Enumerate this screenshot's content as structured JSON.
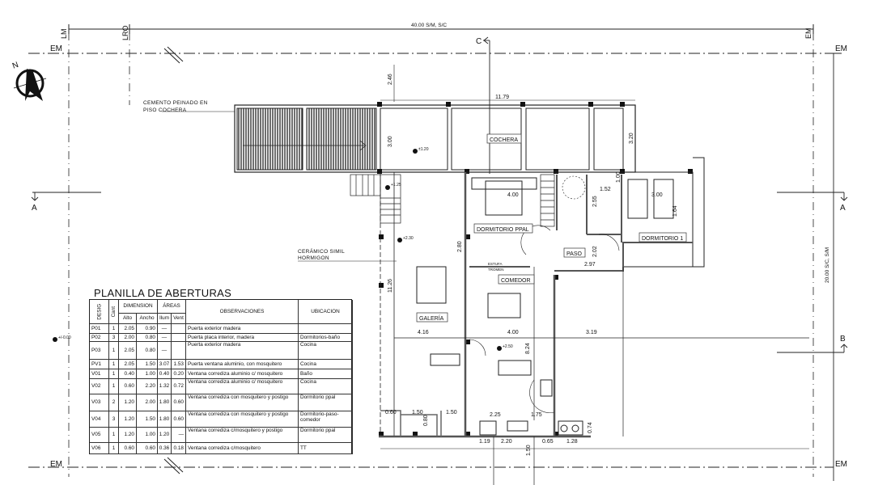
{
  "plan": {
    "boundary_labels": {
      "lm": "LM",
      "lro": "LRO",
      "em": "EM"
    },
    "top_width": "40.00 S/M, S/C",
    "right_depth": "20.00 S/C, S/M",
    "sections": {
      "a": "A",
      "b": "B",
      "c": "C"
    },
    "notes": {
      "cochera_floor_1": "CEMENTO PEINADO EN",
      "cochera_floor_2": "PISO COCHERA",
      "galeria_floor_1": "CERÁMICO SIMIL",
      "galeria_floor_2": "HORMIGON",
      "estufa_1": "ESTUFA",
      "estufa_2": "TROMEN"
    },
    "rooms": {
      "cochera": "COCHERA",
      "dormitorio_ppal": "DORMITORIO PPAL",
      "paso": "PASO",
      "dormitorio_1": "DORMITORIO 1",
      "comedor": "COMEDOR",
      "galeria": "GALERÍA"
    },
    "levels": {
      "l120": "±1.20",
      "l125": "+1.25",
      "l230": "+2.30",
      "l250": "+2.50",
      "l000": "+/-0.00"
    },
    "dims": {
      "d246": "2.46",
      "d1179": "11.79",
      "d300a": "3.00",
      "d320": "3.20",
      "d400a": "4.00",
      "d300b": "3.00",
      "d255": "2.55",
      "d152": "1.52",
      "d100": "1.00",
      "d164": "1.64",
      "d202": "2.02",
      "d297": "2.97",
      "d280": "2.80",
      "d1126": "11.26",
      "d416": "4.16",
      "d400b": "4.00",
      "d319": "3.19",
      "d824": "8.24",
      "d060": "0.60",
      "d150a": "1.50",
      "d150b": "1.50",
      "d080": "0.80",
      "d225": "2.25",
      "d175": "1.75",
      "d119": "1.19",
      "d220": "2.20",
      "d065": "0.65",
      "d128": "1.28",
      "d074": "0.74",
      "d150c": "1.50"
    }
  },
  "schedule": {
    "title": "PLANILLA DE ABERTURAS",
    "headers": {
      "desig": "DESIG",
      "cant": "Cant",
      "dimension": "DIMENSION",
      "areas": "ÁREAS",
      "alto": "Alto",
      "ancho": "Ancho",
      "ilum": "Ilum",
      "vent": "Vent",
      "observaciones": "OBSERVACIONES",
      "ubicacion": "UBICACION"
    },
    "rows": [
      {
        "desig": "P01",
        "cant": "1",
        "alto": "2.05",
        "ancho": "0.90",
        "ilum": "—",
        "vent": "",
        "obs": "Puerta exterior madera",
        "ubic": ""
      },
      {
        "desig": "P02",
        "cant": "3",
        "alto": "2.00",
        "ancho": "0.80",
        "ilum": "—",
        "vent": "",
        "obs": "Puerta placa interior, madera",
        "ubic": "Dormitorios-baño"
      },
      {
        "desig": "P03",
        "cant": "1",
        "alto": "2.05",
        "ancho": "0.80",
        "ilum": "—",
        "vent": "",
        "obs": "Puerta  exterior madera",
        "ubic": "Cocina"
      },
      {
        "desig": "PV1",
        "cant": "1",
        "alto": "2.05",
        "ancho": "1.50",
        "ilum": "3.07",
        "vent": "1.53",
        "obs": "Puerta ventana aluminio, con mosquitero",
        "ubic": "Cocina"
      },
      {
        "desig": "V01",
        "cant": "1",
        "alto": "0.40",
        "ancho": "1.00",
        "ilum": "0.40",
        "vent": "0.20",
        "obs": "Ventana corrediza aluminio c/ mosquitero",
        "ubic": "Baño"
      },
      {
        "desig": "V02",
        "cant": "1",
        "alto": "0.60",
        "ancho": "2.20",
        "ilum": "1.32",
        "vent": "0.72",
        "obs": "Ventana corrediza aluminio c/ mosquitero",
        "ubic": "Cocina"
      },
      {
        "desig": "V03",
        "cant": "2",
        "alto": "1.20",
        "ancho": "2.00",
        "ilum": "1.80",
        "vent": "0.60",
        "obs": "Ventana corrediza con mosquitero y postigo",
        "ubic": "Dormitorio ppal"
      },
      {
        "desig": "V04",
        "cant": "3",
        "alto": "1.20",
        "ancho": "1.50",
        "ilum": "1.80",
        "vent": "0.60",
        "obs": "Ventana corrediza con mosquitero y postigo",
        "ubic": "Dormitorio-paso-comedor"
      },
      {
        "desig": "V05",
        "cant": "1",
        "alto": "1.20",
        "ancho": "1.00",
        "ilum": "1.20",
        "vent": "—",
        "obs": "Ventana corrediza c/mosquitero y postigo",
        "ubic": "Dormitorio ppal"
      },
      {
        "desig": "V06",
        "cant": "1",
        "alto": "0.60",
        "ancho": "0.60",
        "ilum": "0.36",
        "vent": "0.18",
        "obs": "Ventana corrediza c/mosquitero",
        "ubic": "TT"
      }
    ]
  }
}
